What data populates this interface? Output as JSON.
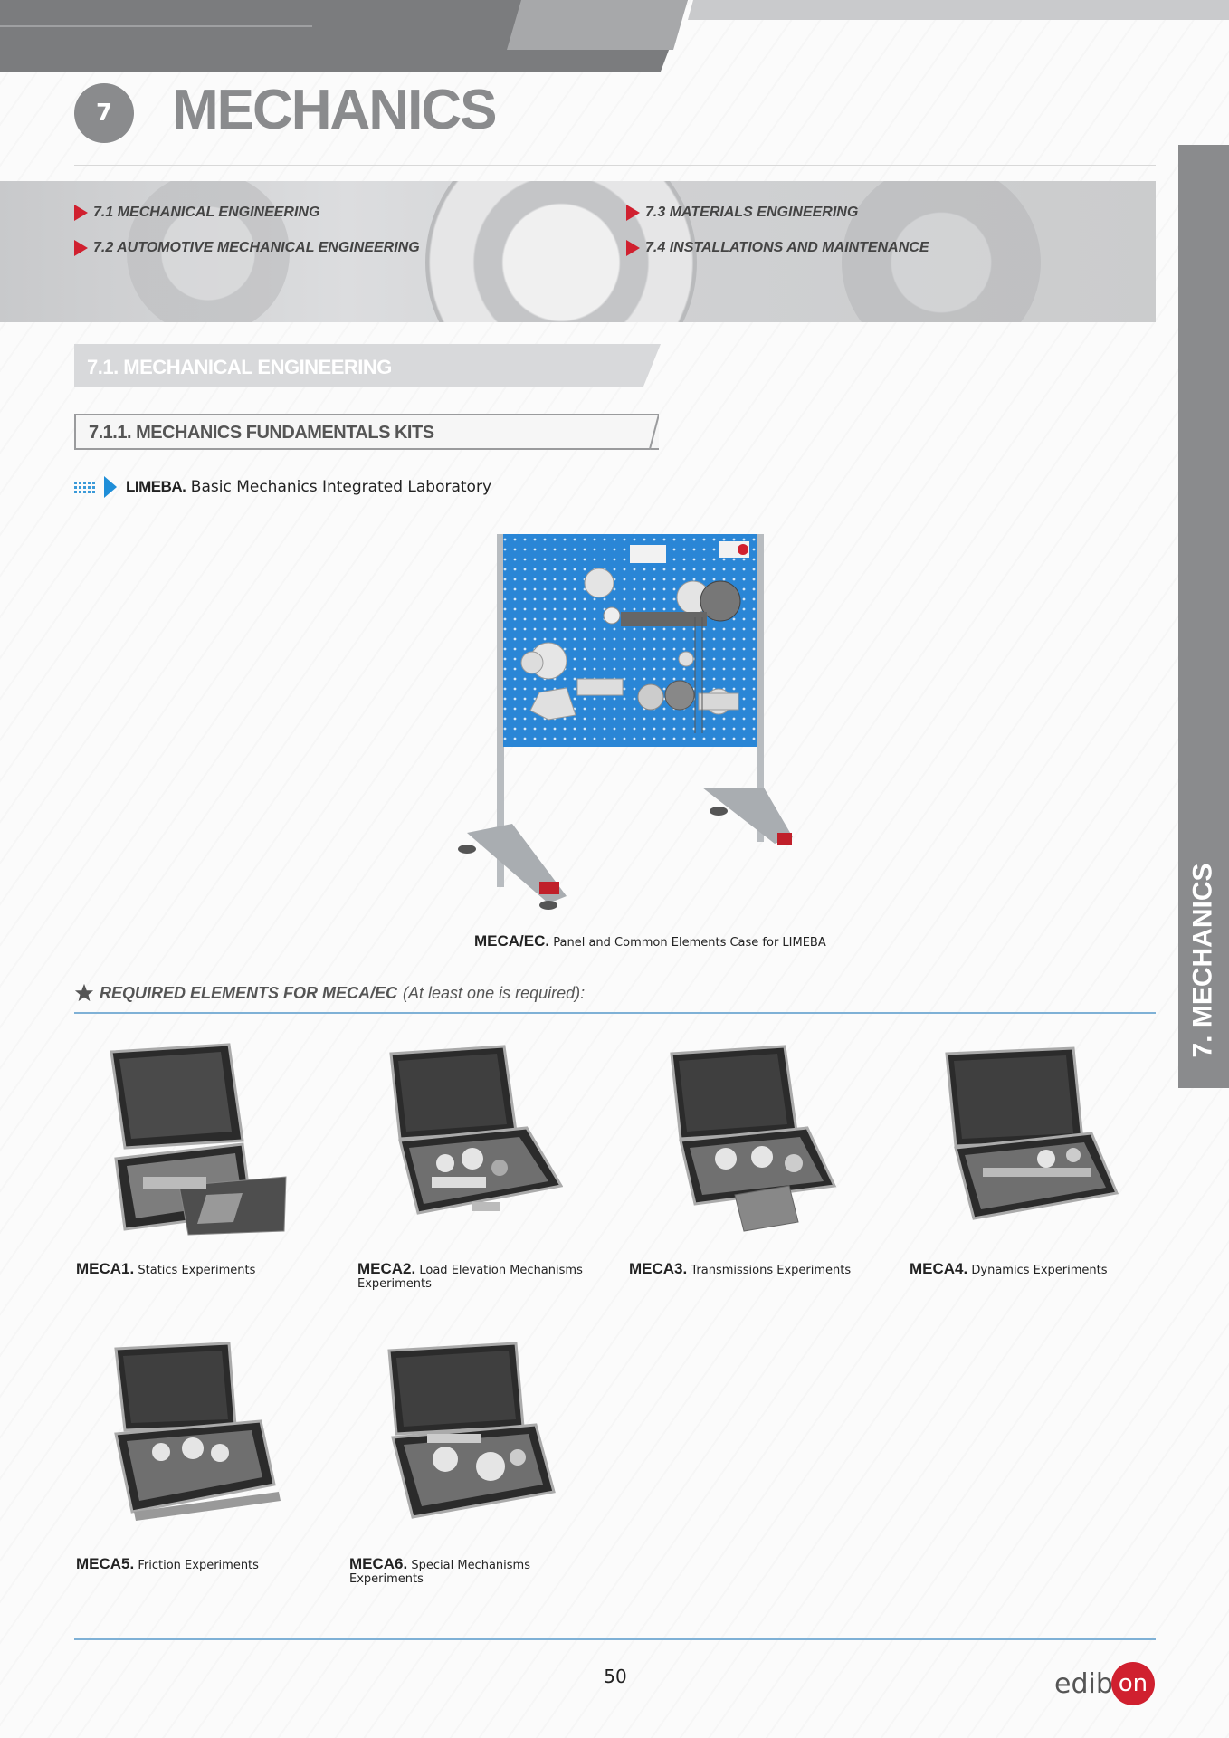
{
  "chapter": {
    "number": "7",
    "title": "MECHANICS"
  },
  "nav": [
    {
      "label": "7.1 MECHANICAL ENGINEERING"
    },
    {
      "label": "7.2 AUTOMOTIVE MECHANICAL ENGINEERING"
    },
    {
      "label": "7.3 MATERIALS ENGINEERING"
    },
    {
      "label": "7.4 INSTALLATIONS AND MAINTENANCE"
    }
  ],
  "side_tab": "7. MECHANICS",
  "section": {
    "title": "7.1. MECHANICAL ENGINEERING"
  },
  "subsection": {
    "title": "7.1.1. MECHANICS FUNDAMENTALS KITS"
  },
  "product_line": {
    "code": "LIMEBA.",
    "name": "Basic Mechanics Integrated Laboratory"
  },
  "main_product": {
    "code": "MECA/EC.",
    "desc": "Panel and Common Elements Case for LIMEBA"
  },
  "required": {
    "text": "REQUIRED ELEMENTS FOR MECA/EC",
    "note": "(At least one is required):"
  },
  "elements": [
    {
      "code": "MECA1.",
      "desc": "Statics Experiments"
    },
    {
      "code": "MECA2.",
      "desc": "Load Elevation Mechanisms Experiments"
    },
    {
      "code": "MECA3.",
      "desc": "Transmissions Experiments"
    },
    {
      "code": "MECA4.",
      "desc": "Dynamics Experiments"
    },
    {
      "code": "MECA5.",
      "desc": "Friction Experiments"
    },
    {
      "code": "MECA6.",
      "desc": "Special Mechanisms Experiments"
    }
  ],
  "footer": {
    "page": "50",
    "logo_text": "edib",
    "logo_mark": "on"
  },
  "colors": {
    "accent_red": "#d0202f",
    "brand_gray": "#8a8b8d",
    "rule_blue": "#7fb1d6",
    "panel_blue": "#2a86d6"
  }
}
